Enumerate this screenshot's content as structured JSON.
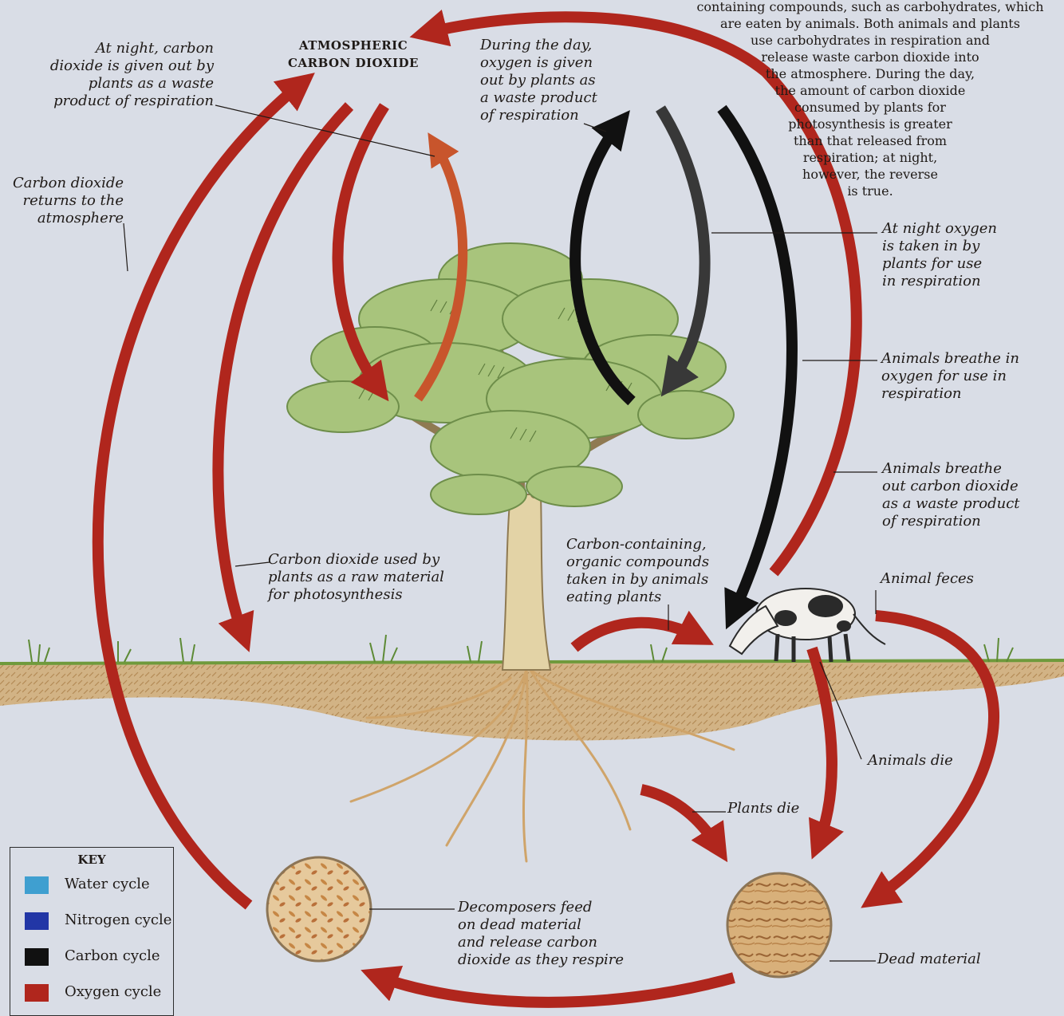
{
  "title_lines": [
    "ATMOSPHERIC",
    "CARBON DIOXIDE"
  ],
  "intro_lines": [
    "containing compounds, such as carbohydrates, which",
    "are eaten by animals. Both animals and plants",
    "use carbohydrates in respiration and",
    "release waste carbon dioxide into",
    "the atmosphere. During the day,",
    "the amount of carbon dioxide",
    "consumed by plants for",
    "photosynthesis is greater",
    "than that released from",
    "respiration; at night,",
    "however, the reverse",
    "is true."
  ],
  "labels": {
    "night_co2": [
      "At night, carbon",
      "dioxide is given out by",
      "plants as a waste",
      "product of respiration"
    ],
    "day_oxygen": [
      "During the day,",
      "oxygen is given",
      "out by plants as",
      "a waste product",
      "of respiration"
    ],
    "co2_returns": [
      "Carbon dioxide",
      "returns to the",
      "atmosphere"
    ],
    "night_oxygen_in": [
      "At night oxygen",
      "is taken in by",
      "plants for use",
      "in respiration"
    ],
    "animals_breathe_in": [
      "Animals breathe in",
      "oxygen for use in",
      "respiration"
    ],
    "animals_breathe_out": [
      "Animals breathe",
      "out carbon dioxide",
      "as a waste product",
      "of respiration"
    ],
    "co2_photosynthesis": [
      "Carbon dioxide used by",
      "plants as a raw material",
      "for photosynthesis"
    ],
    "carbon_compounds": [
      "Carbon-containing,",
      "organic compounds",
      "taken in by animals",
      "eating plants"
    ],
    "animal_feces": [
      "Animal feces"
    ],
    "animals_die": [
      "Animals die"
    ],
    "plants_die": [
      "Plants die"
    ],
    "decomposers": [
      "Decomposers feed",
      "on dead material",
      "and release carbon",
      "dioxide as they respire"
    ],
    "dead_material": [
      "Dead material"
    ]
  },
  "key": {
    "title": "KEY",
    "items": [
      {
        "label": "Water cycle",
        "color": "#3f9fd0"
      },
      {
        "label": "Nitrogen cycle",
        "color": "#2236a6"
      },
      {
        "label": "Carbon cycle",
        "color": "#111111"
      },
      {
        "label": "Oxygen cycle",
        "color": "#b0261d"
      }
    ]
  },
  "colors": {
    "oxygen_cycle": "#b0261d",
    "carbon_cycle": "#111111",
    "respiration_arrow": "#c8552c",
    "background": "#d9dde6",
    "foliage": "#a8c47c",
    "soil": "#c9a877"
  }
}
